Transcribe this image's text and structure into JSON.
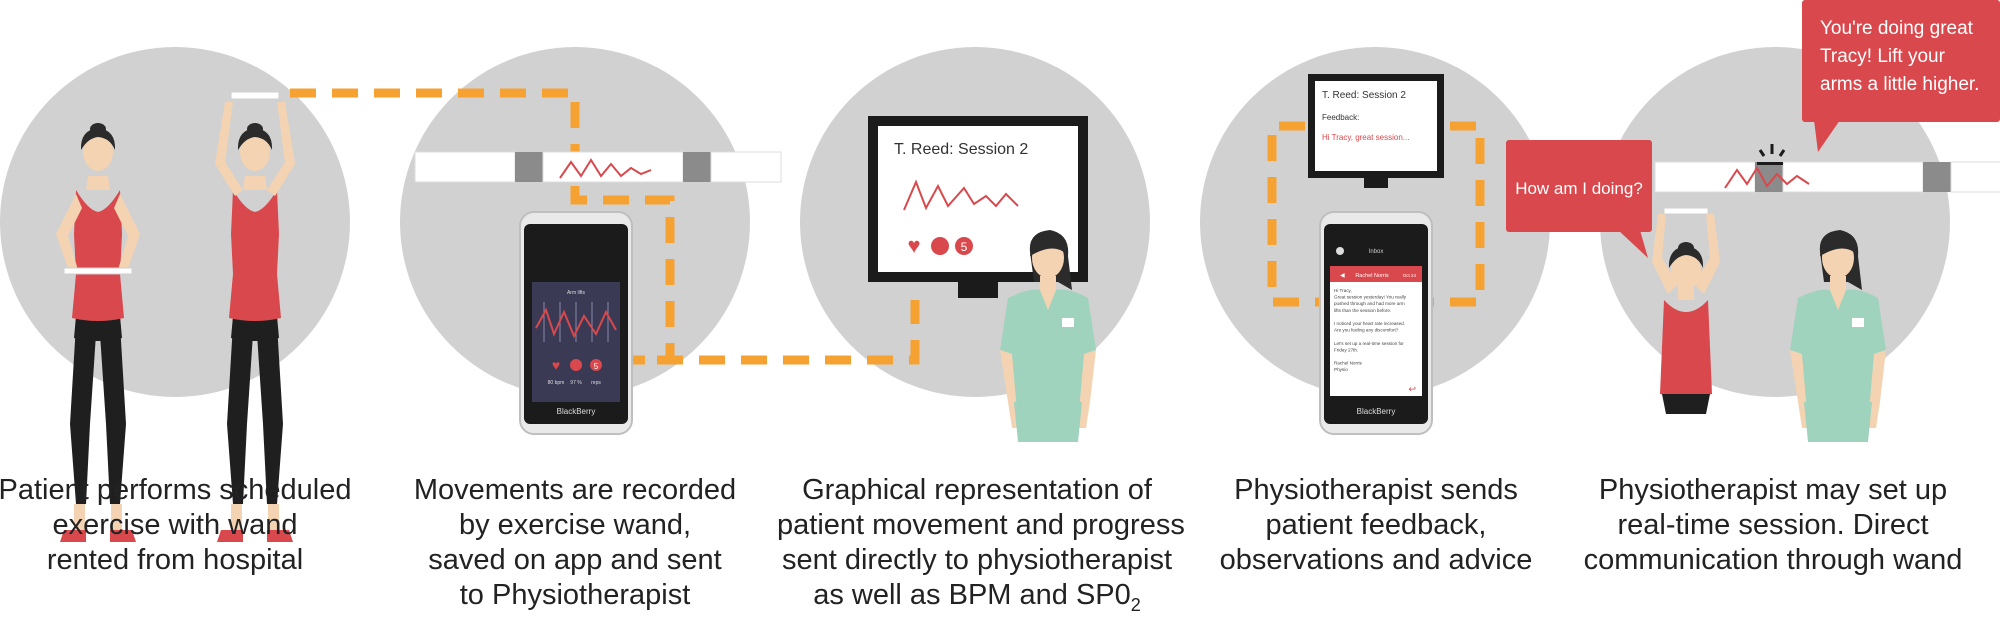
{
  "colors": {
    "circle": "#d1d1d1",
    "accent": "#d8484c",
    "dash": "#f6a233",
    "screen_dark": "#1b1b1b",
    "skin": "#f4d3b2",
    "hair": "#2b2b2b",
    "tank": "#d8484c",
    "leggings": "#1f1f1f",
    "scrubs": "#9fd3bd",
    "wand_grey": "#8b8b8b"
  },
  "steps": [
    {
      "caption": [
        "Patient performs scheduled",
        "exercise with wand",
        "rented from hospital"
      ]
    },
    {
      "caption": [
        "Movements are recorded",
        "by exercise wand,",
        "saved on app and sent",
        "to Physiotherapist"
      ]
    },
    {
      "caption": [
        "Graphical representation of",
        "patient movement and progress",
        "sent directly to physiotherapist"
      ],
      "caption_last_prefix": "as well as BPM and SP0",
      "caption_last_sub": "2"
    },
    {
      "caption": [
        "Physiotherapist sends",
        "patient feedback,",
        "observations and advice"
      ]
    },
    {
      "caption": [
        "Physiotherapist may set up",
        "real-time session. Direct",
        "communication through wand"
      ]
    }
  ],
  "monitor": {
    "title": "T. Reed: Session 2",
    "stat_number": "5"
  },
  "small_monitor": {
    "title": "T. Reed: Session 2",
    "feedback_label": "Feedback:",
    "message_preview": "Hi Tracy, great session..."
  },
  "phone1": {
    "brand": "BlackBerry",
    "screen_title": "Arm lifts",
    "stats": {
      "bpm": "80 bpm",
      "spo2": "97 %",
      "count": "5",
      "count_label": "reps"
    }
  },
  "phone2": {
    "brand": "BlackBerry",
    "header": "Inbox",
    "sender": "Rachel Norris",
    "date": "Oct 24",
    "message": [
      "Hi Tracy,",
      "Great session yesterday! You really",
      "pushed through and had more arm",
      "lifts than the session before.",
      "",
      "I noticed your heart rate increased.",
      "Are you feeling any discomfort?",
      "",
      "Let's set up a real-time session for",
      "Friday 27th.",
      "",
      "Rachel Norris",
      "Physio"
    ]
  },
  "bubbles": {
    "patient": "How am I doing?",
    "physio": [
      "You're doing great",
      "Tracy! Lift your",
      "arms a little higher."
    ]
  }
}
